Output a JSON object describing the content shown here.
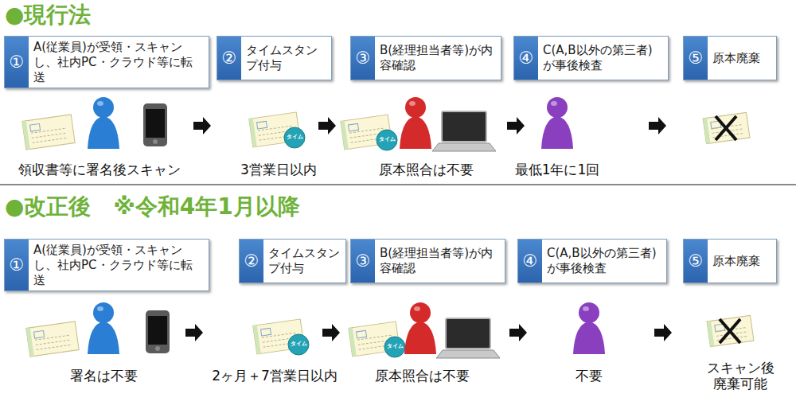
{
  "diagram": {
    "nodes": [
      {
        "text": [
          "①",
          "A(従業員)が受領・スキャンし、社内PC・クラウド等に転送"
        ]
      },
      {
        "text": [
          "②",
          "タイムスタンプ付与"
        ]
      },
      {
        "text": [
          "③",
          "B(経理担当者等)が内容確認"
        ]
      },
      {
        "text": [
          "④",
          "C(A,B以外の第三者)が事後検査"
        ]
      },
      {
        "text": [
          "⑤",
          "原本廃棄"
        ]
      },
      {
        "text": [
          "①",
          "A(従業員)が受領・スキャンし、社内PC・クラウド等に転送"
        ]
      },
      {
        "text": [
          "②",
          "タイムスタンプ付与"
        ]
      },
      {
        "text": [
          "③",
          "B(経理担当者等)が内容確認"
        ]
      },
      {
        "text": [
          "④",
          "C(A,B以外の第三者)が事後検査"
        ]
      },
      {
        "text": [
          "⑤",
          "原本廃棄"
        ]
      }
    ],
    "labels": [
      "●現行法",
      "領収書等に署名後スキャン",
      "3営業日以内",
      "原本照合は不要",
      "最低1年に1回",
      "●改正後　※令和4年1月以降",
      "署名は不要",
      "2ヶ月＋7営業日以内",
      "原本照合は不要",
      "不要",
      "スキャン後 廃棄可能",
      "タイム",
      "タイム",
      "タイム",
      "タイム"
    ]
  }
}
